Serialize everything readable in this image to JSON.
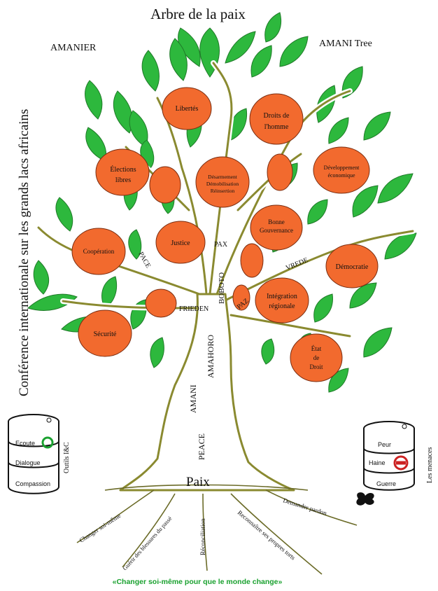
{
  "title": "Arbre de la paix",
  "labels": {
    "left_top": "AMANIER",
    "right_top": "AMANI  Tree",
    "vertical_left": "Conférence internationale sur les grands lacs africains",
    "tools": "Outils I&C",
    "threats": "Les menaces",
    "base": "Paix",
    "slogan": "«Changer soi-même pour que le monde change»"
  },
  "fruits": {
    "libertes": "Libertés",
    "droits_1": "Droits de",
    "droits_2": "l'homme",
    "elections_1": "Élections",
    "elections_2": "libres",
    "desarmement_1": "Désarmement",
    "desarmement_2": "Démobilisation",
    "desarmement_3": "Réinsertion",
    "developpement_1": "Développement",
    "developpement_2": "économique",
    "bonne_1": "Bonne",
    "bonne_2": "Gouvernance",
    "justice": "Justice",
    "cooperation": "Coopération",
    "democratie": "Démocratie",
    "integration_1": "Intégration",
    "integration_2": "régionale",
    "securite": "Sécurité",
    "etat_1": "État",
    "etat_2": "de",
    "etat_3": "Droit"
  },
  "words": {
    "pax": "PAX",
    "pace": "PACE",
    "boboto": "BOBOTO",
    "vrede": "VREDE",
    "paz": "PAZ",
    "frieden": "FRIEDEN",
    "amahoro": "AMAHORO",
    "amani": "AMANI",
    "peace": "PEACE"
  },
  "barrel_left": [
    "Ecoute",
    "Dialogue",
    "Compassion"
  ],
  "barrel_right": [
    "Peur",
    "Haine",
    "Guerre"
  ],
  "roots": {
    "r1": "Changer soi-même",
    "r2": "Guérir des blessures du passé",
    "r3": "Réconciliation",
    "r4": "Reconnaître ses propres torts",
    "r5": "Demander pardon"
  },
  "colors": {
    "leaf": "#2db83d",
    "fruit": "#f26a2e",
    "bark": "#8a8a30",
    "slogan": "#1aa12f",
    "stop": "#cc2222",
    "ring": "#1aa12f"
  }
}
